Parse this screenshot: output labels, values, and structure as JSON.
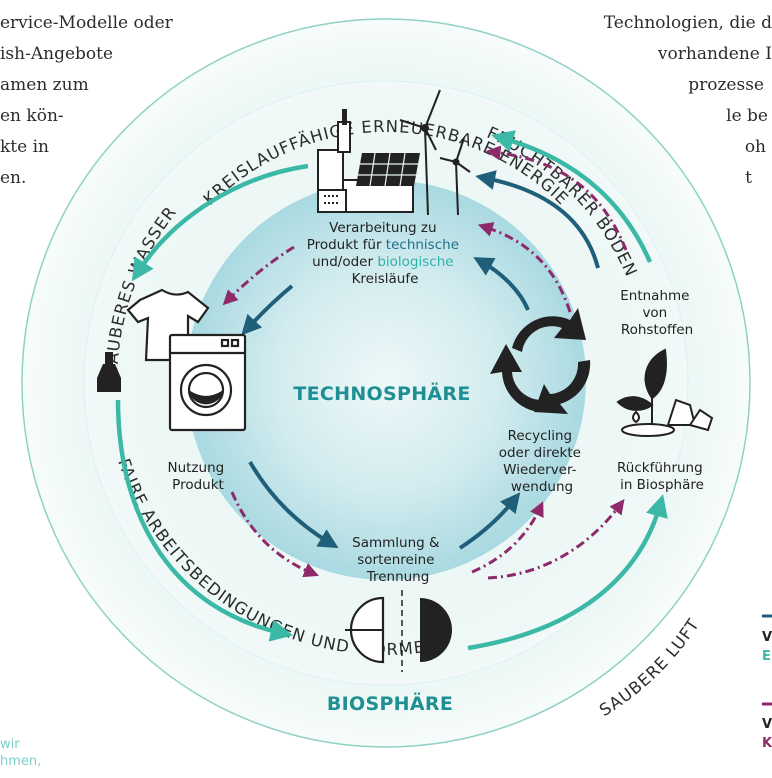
{
  "left_text": [
    "ervice-Modelle oder",
    "ish-Angebote",
    "amen zum",
    "en kön-",
    "kte in",
    "en."
  ],
  "right_text": [
    "Technologien, die d",
    "vorhandene I",
    "prozesse",
    "le be",
    "oh",
    "t"
  ],
  "ring_labels": {
    "top": "KREISLAUFFÄHIGE ERNEUERBARE ENERGIE",
    "right": "FRUCHTBARER BODEN",
    "left": "SAUBERES WASSER",
    "bottom_left": "FAIRE ARBEITSBEDINGUNGEN UND -FORMEN",
    "bottom_right": "SAUBERE LUFT"
  },
  "center": {
    "technosphere": "TECHNOSPHÄRE",
    "biosphere": "BIOSPHÄRE"
  },
  "labels": {
    "processing": {
      "line1": "Verarbeitung zu",
      "line2_prefix": "Produkt für ",
      "line2_highlight": "technische",
      "line3_prefix": "und/oder ",
      "line3_highlight": "biologische",
      "line4": "Kreisläufe"
    },
    "extraction": [
      "Entnahme",
      "von",
      "Rohstoffen"
    ],
    "usage": [
      "Nutzung",
      "Produkt"
    ],
    "recycling": [
      "Recycling",
      "oder direkte",
      "Wiederver-",
      "wendung"
    ],
    "return": [
      "Rückführung",
      "in Biosphäre"
    ],
    "collection": [
      "Sammlung &",
      "sortenreine",
      "Trennung"
    ]
  },
  "legend_fragments": [
    "V",
    "E",
    "V",
    "K"
  ],
  "footnote_fragments": [
    "wir",
    "hmen,"
  ],
  "colors": {
    "teal": "#3bb9a6",
    "dark_blue": "#1f5f7a",
    "purple": "#8e2a6a",
    "technosphere_text": "#1e8f93",
    "highlight_technical": "#1f6f8b",
    "highlight_biological": "#2fb3ad",
    "inner_circle": "#b9dfe6",
    "outer_ring": "#e8f5f4"
  },
  "icons": [
    "factory-icon",
    "solar-panel-icon",
    "wind-turbine-icon",
    "tshirt-icon",
    "bottle-icon",
    "washing-machine-icon",
    "recycle-icon",
    "plant-icon",
    "crystal-icon",
    "split-circle-icon"
  ]
}
